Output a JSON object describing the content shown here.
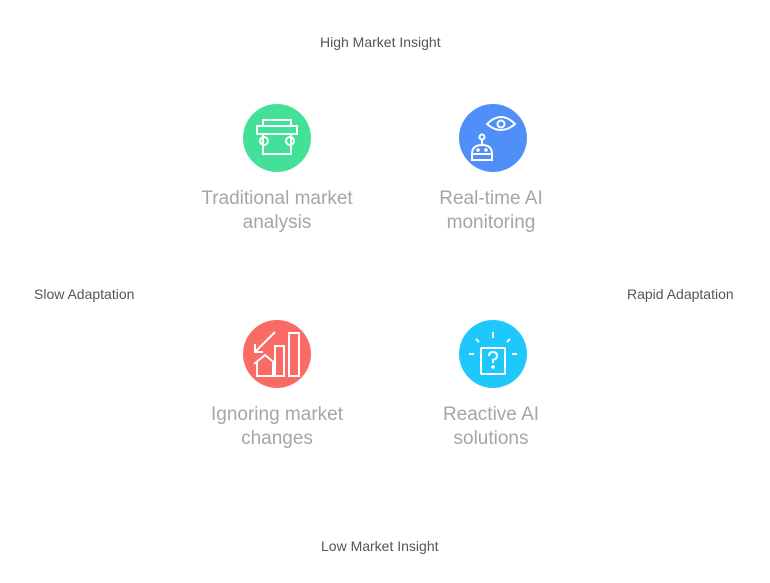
{
  "axes": {
    "top": "High Market Insight",
    "bottom": "Low Market Insight",
    "left": "Slow Adaptation",
    "right": "Rapid Adaptation"
  },
  "quadrants": [
    {
      "line1": "Traditional market",
      "line2": "analysis",
      "icon": "tram-icon",
      "color": "#43e097"
    },
    {
      "line1": "Real-time AI",
      "line2": "monitoring",
      "icon": "robot-eye-icon",
      "color": "#4f8ff7"
    },
    {
      "line1": "Ignoring market",
      "line2": "changes",
      "icon": "declining-chart-icon",
      "color": "#fa6b65"
    },
    {
      "line1": "Reactive AI",
      "line2": "solutions",
      "icon": "question-alert-icon",
      "color": "#1fc8fb"
    }
  ]
}
